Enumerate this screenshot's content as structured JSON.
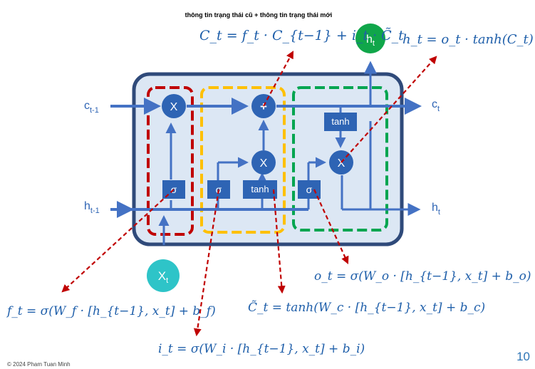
{
  "header_note": "thông tin trạng thái cũ + thông tin trạng thái mới",
  "inputs": {
    "c_prev": {
      "base": "c",
      "sub": "t-1"
    },
    "h_prev": {
      "base": "h",
      "sub": "t-1"
    },
    "x_t": {
      "base": "X",
      "sub": "t"
    }
  },
  "outputs": {
    "c_t": {
      "base": "c",
      "sub": "t"
    },
    "h_t": {
      "base": "h",
      "sub": "t"
    },
    "h_top": {
      "base": "h",
      "sub": "t"
    }
  },
  "nodes": {
    "forget_mul": "X",
    "cell_add": "+",
    "input_mul": "X",
    "output_mul": "X",
    "sigma": "σ",
    "tanh": "tanh"
  },
  "equations": {
    "c_t": "C_t = f_t · C_{t−1} + i_t · C̃_t",
    "h_t": "h_t = o_t · tanh(C_t)",
    "f_t": "f_t = σ(W_f · [h_{t−1}, x_t] + b_f)",
    "i_t": "i_t = σ(W_i · [h_{t−1}, x_t] + b_i)",
    "c_tilde": "C̃_t = tanh(W_c · [h_{t−1}, x_t] + b_c)",
    "o_t": "o_t = σ(W_o · [h_{t−1}, x_t] + b_o)"
  },
  "footer": {
    "copyright": "© 2024 Pham Tuan Minh",
    "page_number": "10"
  },
  "colors": {
    "cell_border": "#2F4A7A",
    "cell_fill": "#DCE7F4",
    "flow": "#4472C4",
    "node": "#2E64B4",
    "forget_gate": "#C00000",
    "input_gate": "#FFC000",
    "output_gate": "#00A550",
    "h_top_circle": "#10A64A",
    "x_circle": "#2EC4C8",
    "equation_text": "#1F5FAA",
    "page_number": "#2E75B6"
  }
}
